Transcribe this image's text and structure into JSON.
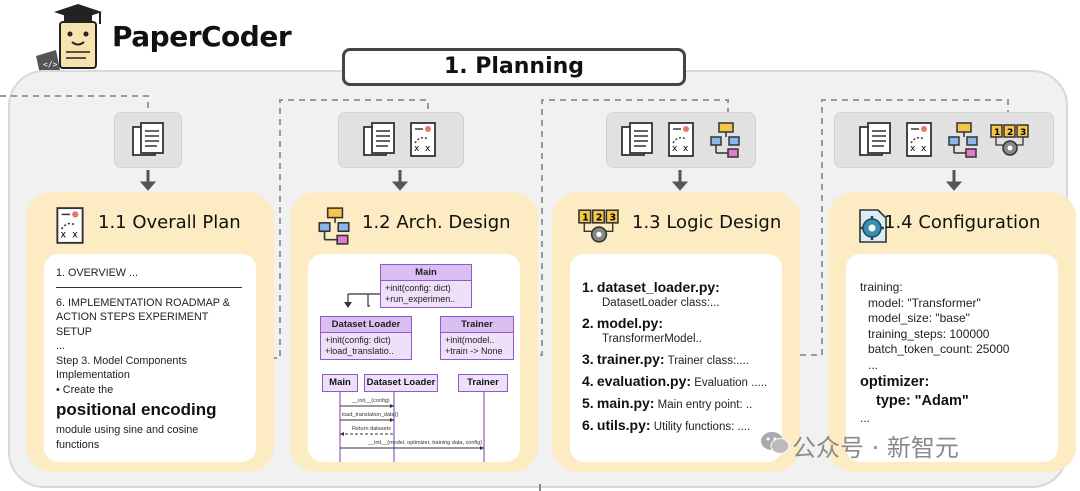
{
  "header": {
    "title": "PaperCoder",
    "stage": "1. Planning"
  },
  "cards": [
    {
      "title": "1.1 Overall Plan",
      "lines": {
        "overview": "1. OVERVIEW ...",
        "roadmap_1": "6. IMPLEMENTATION ROADMAP &",
        "roadmap_2": "ACTION STEPS EXPERIMENT SETUP",
        "ellipsis": "...",
        "step_1": "Step 3. Model Components",
        "step_2": "Implementation",
        "create": "• Create the",
        "highlight": "positional encoding",
        "desc_1": "module using sine and cosine",
        "desc_2": "functions"
      }
    },
    {
      "title": "1.2 Arch. Design",
      "classes": [
        {
          "name": "Main",
          "members": [
            "+init(config: dict)",
            "+run_experimen.."
          ]
        },
        {
          "name": "Dataset Loader",
          "members": [
            "+init(config: dict)",
            "+load_translatio.."
          ]
        },
        {
          "name": "Trainer",
          "members": [
            "+init(model..",
            "+train -> None"
          ]
        }
      ],
      "sequence": {
        "lifelines": [
          "Main",
          "Dataset Loader",
          "Trainer"
        ],
        "messages": [
          "__init__(config)",
          "load_translation_data()",
          "Return datasets",
          "__init__(model, optimizer, training data, config)"
        ]
      }
    },
    {
      "title": "1.3 Logic Design",
      "items": [
        {
          "num": "1.",
          "file": "dataset_loader.py:",
          "desc": "DatasetLoader class:..."
        },
        {
          "num": "2.",
          "file": "model.py:",
          "desc": "TransformerModel.."
        },
        {
          "num": "3.",
          "file": "trainer.py:",
          "desc": "Trainer class:...."
        },
        {
          "num": "4.",
          "file": "evaluation.py:",
          "desc": "Evaluation ....."
        },
        {
          "num": "5.",
          "file": "main.py:",
          "desc": "Main entry point: .."
        },
        {
          "num": "6.",
          "file": "utils.py:",
          "desc": "Utility functions: ...."
        }
      ]
    },
    {
      "title": "1.4 Configuration",
      "config": {
        "l1": "training:",
        "l2": "model: \"Transformer\"",
        "l3": "model_size: \"base\"",
        "l4": "training_steps: 100000",
        "l5": "batch_token_count: 25000",
        "l6": "...",
        "l7": "optimizer:",
        "l8": "type: \"Adam\"",
        "l9": "..."
      }
    }
  ],
  "watermark": "公众号 · 新智元",
  "colors": {
    "card_bg": "#fcebc3",
    "frame_bg": "#f1f1f1",
    "uml_purple": "#8f5bc4",
    "uml_fill": "#efe0fa"
  },
  "icons": [
    "paper-stack-icon",
    "plan-document-icon",
    "flowchart-icon",
    "gear-steps-icon",
    "config-gear-icon"
  ]
}
